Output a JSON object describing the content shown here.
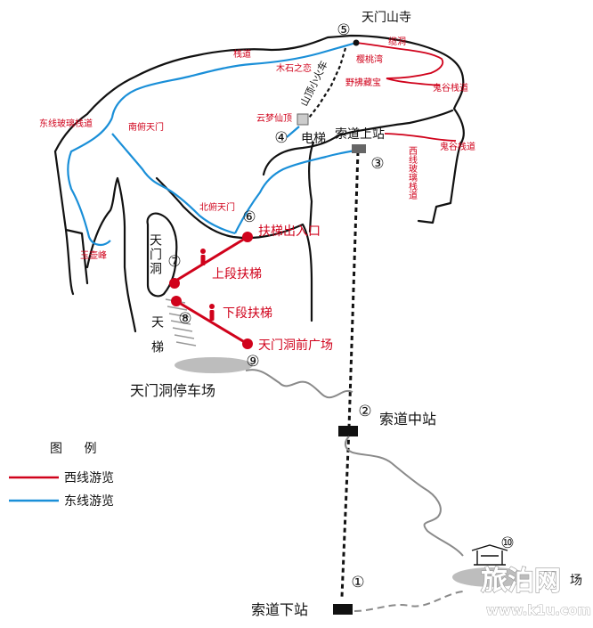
{
  "colors": {
    "west_line": "#d0021b",
    "east_line": "#1a8fd8",
    "outline": "#111111",
    "cableway": "#111111",
    "road": "#888888",
    "parking": "#bdbdbd"
  },
  "stops": {
    "s1": {
      "num": "①",
      "label": "索道下站"
    },
    "s2": {
      "num": "②",
      "label": "索道中站"
    },
    "s3": {
      "num": "③",
      "label": "索道上站"
    },
    "s4": {
      "num": "④",
      "label": "电梯"
    },
    "s5": {
      "num": "⑤",
      "label": "天门山寺"
    },
    "s6": {
      "num": "⑥",
      "label": "扶梯出入口"
    },
    "s7": {
      "num": "⑦",
      "label": "天门洞"
    },
    "s8": {
      "num": "⑧",
      "label": "天梯"
    },
    "s9": {
      "num": "⑨",
      "label": "天门洞前广场"
    },
    "s10": {
      "num": "⑩",
      "label": "场"
    }
  },
  "features": {
    "upper_escalator": "上段扶梯",
    "lower_escalator": "下段扶梯",
    "parking": "天门洞停车场",
    "mini_train": "山顶小火车"
  },
  "scenic_spots": {
    "plank_road": "栈道",
    "east_glass_walkway": "东线玻璃栈道",
    "south_overlook": "南俯天门",
    "north_overlook": "北俯天门",
    "yuhu_peak": "玉壶峰",
    "mushi_zhilian": "木石之恋",
    "yunmeng_top": "云梦仙顶",
    "cherry_bay": "樱桃湾",
    "yefo_treasure": "野拂藏宝",
    "ghost_valley_plank_1": "鬼谷栈道",
    "ghost_valley_plank_2": "鬼谷栈道",
    "west_glass_walkway": "西线玻璃栈道",
    "cableway_place": "缆洞"
  },
  "legend": {
    "title": "图 例",
    "west": "西线游览",
    "east": "东线游览"
  },
  "watermark": {
    "brand": "旅泊网",
    "url": "www.k1u.com"
  }
}
